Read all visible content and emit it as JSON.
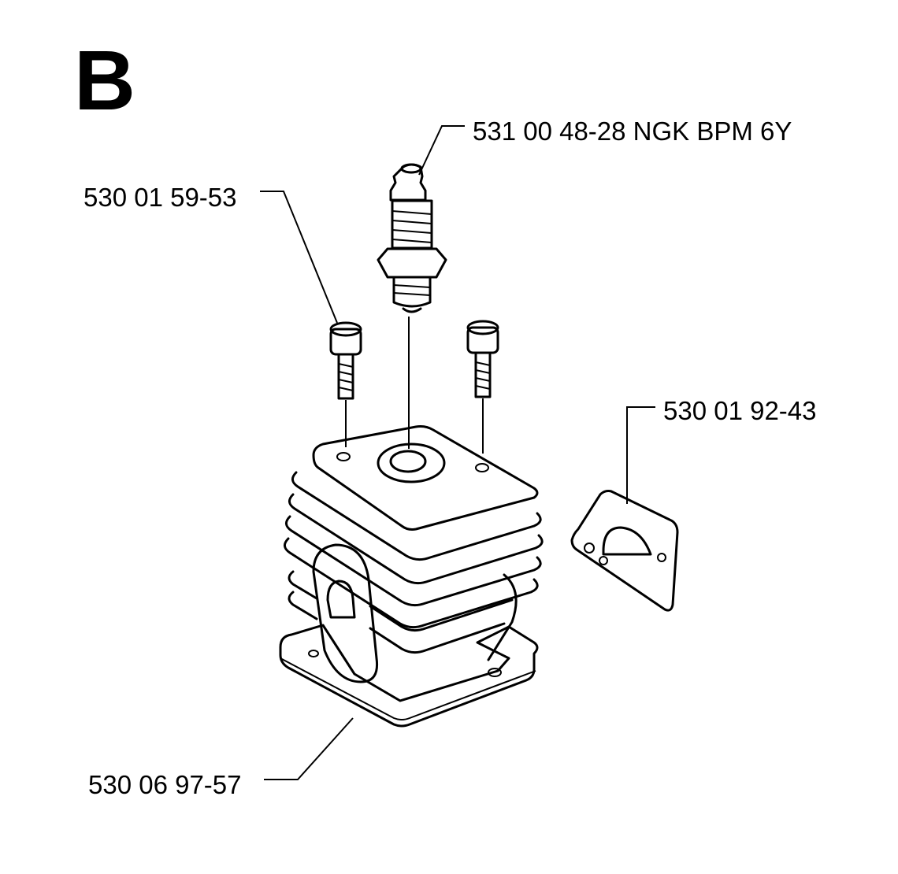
{
  "section": "B",
  "parts": {
    "spark_plug": "531 00 48-28 NGK BPM 6Y",
    "screw": "530 01 59-53",
    "gasket": "530 01 92-43",
    "cylinder": "530 06 97-57"
  }
}
